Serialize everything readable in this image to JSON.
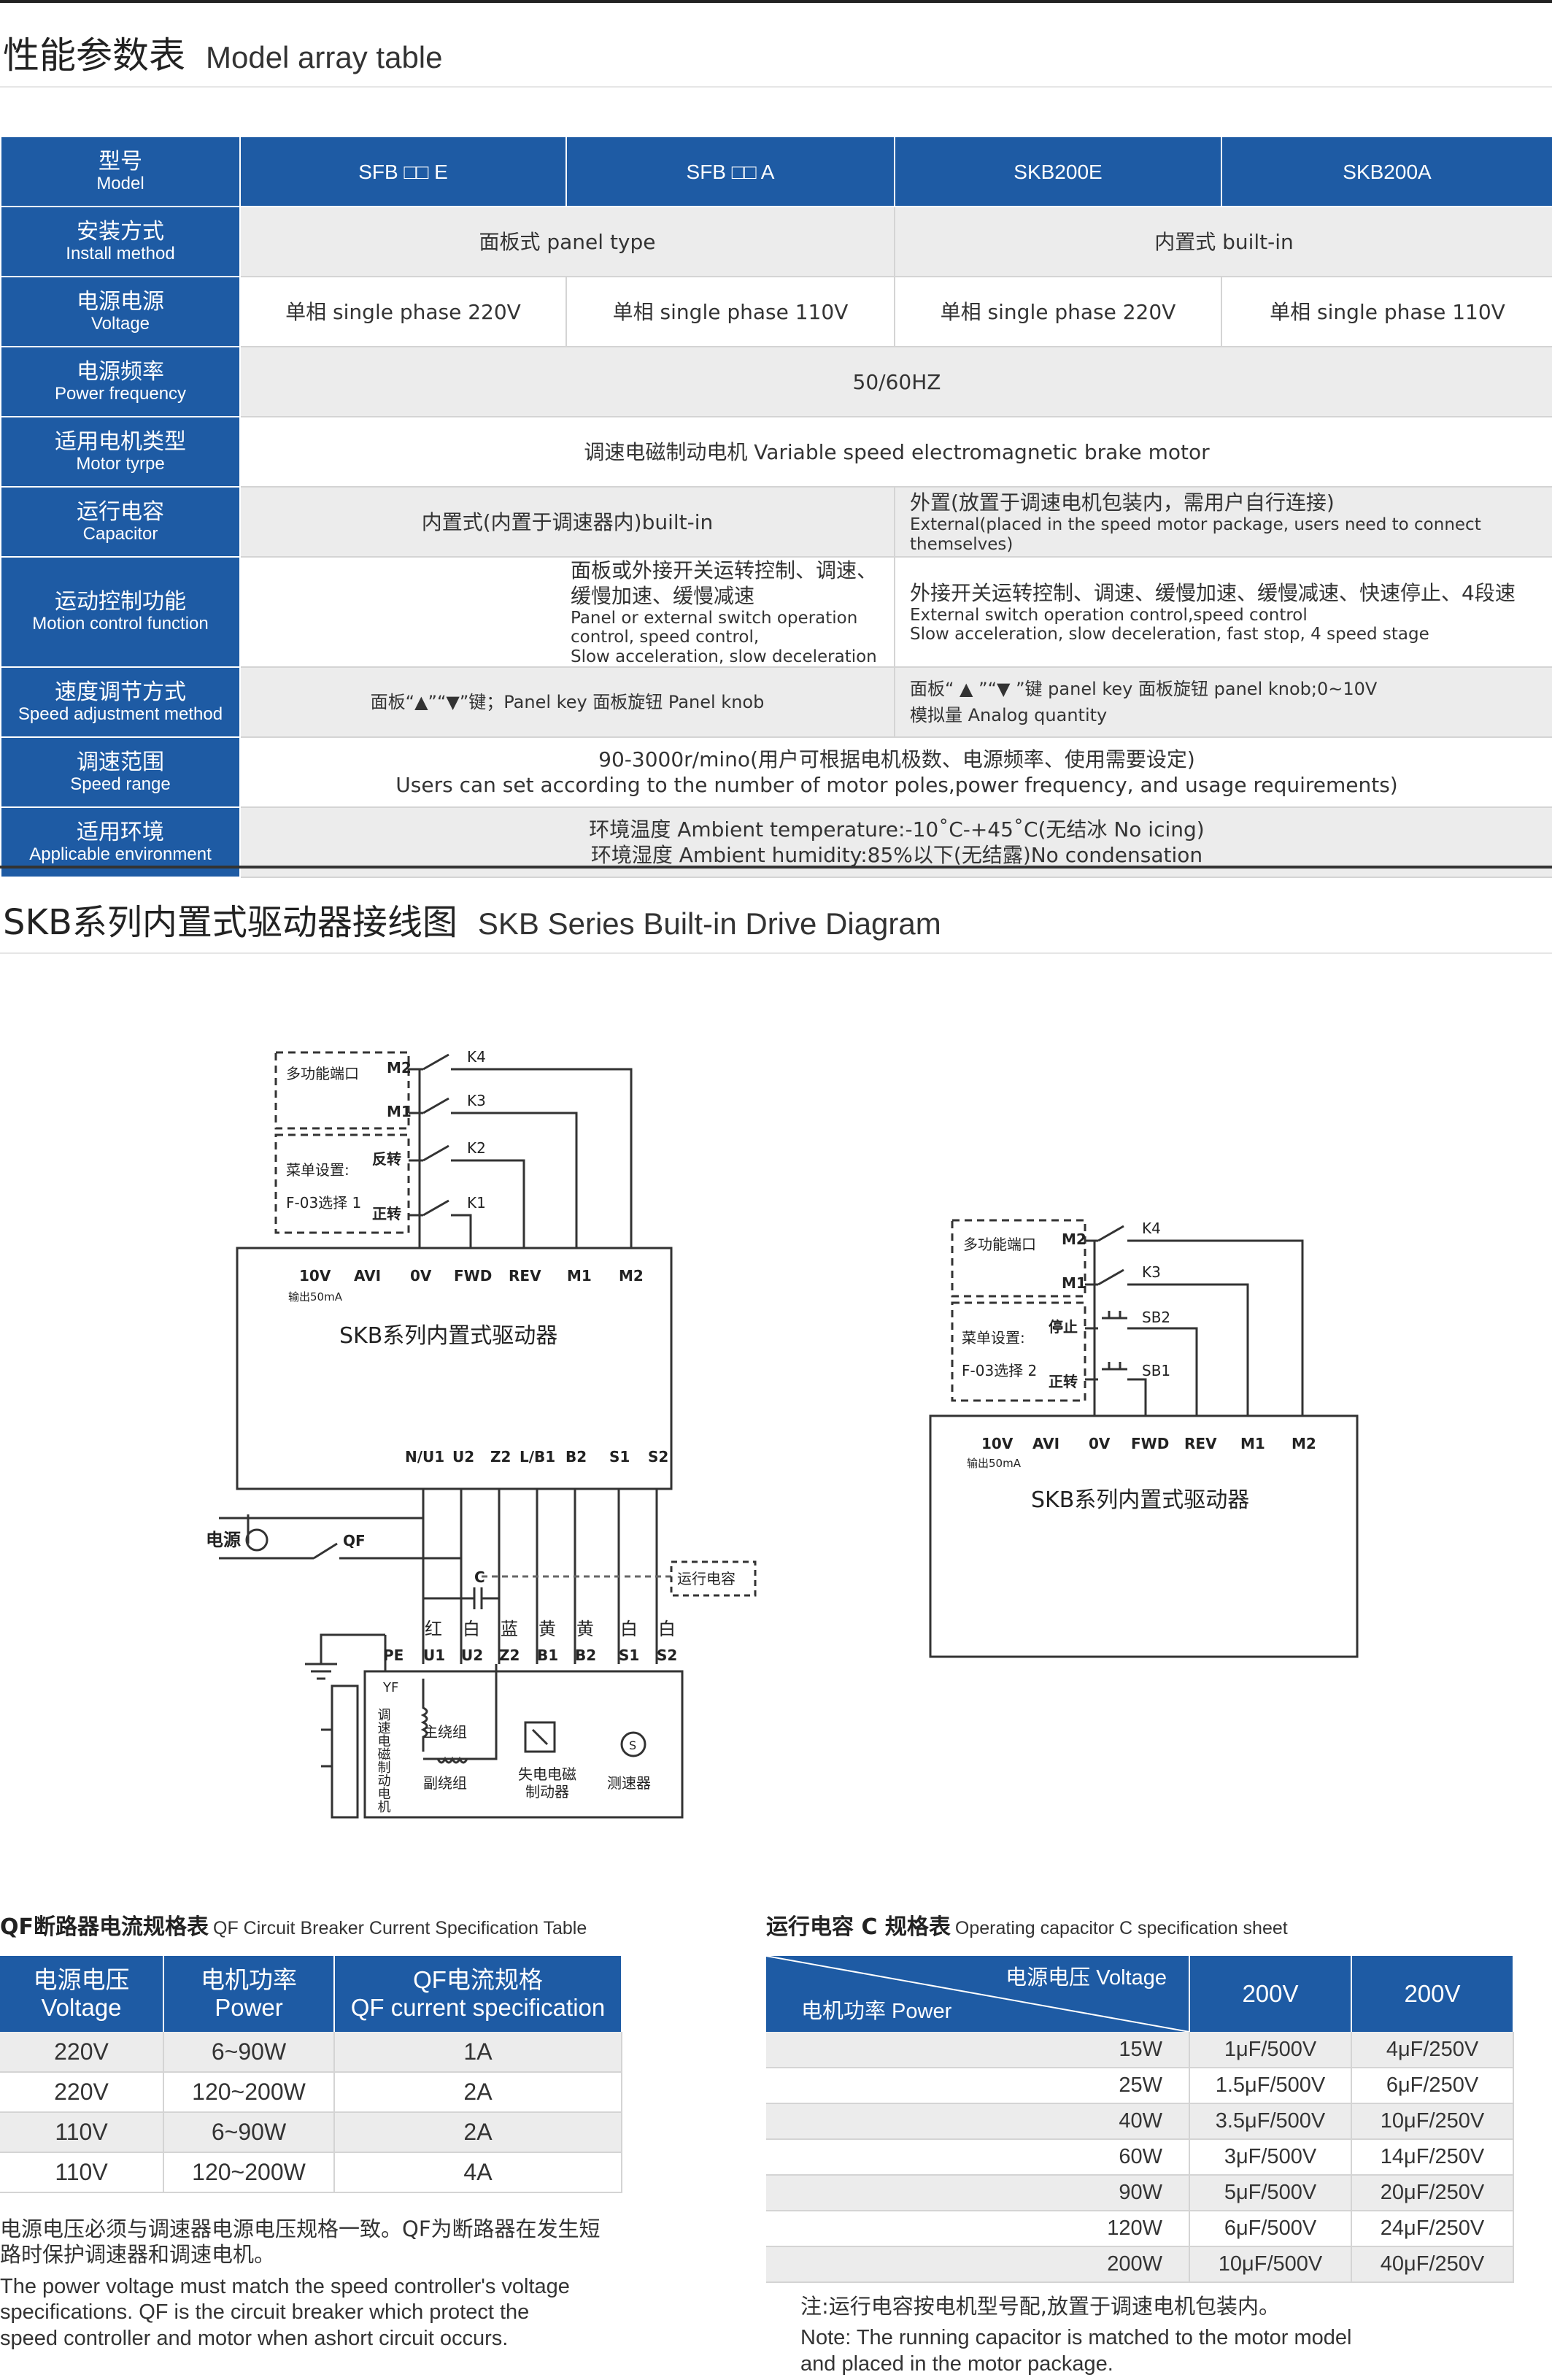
{
  "section1": {
    "title_zh": "性能参数表",
    "title_en": "Model array table"
  },
  "table": {
    "header": {
      "zh": "型号",
      "en": "Model",
      "models": [
        "SFB □□ E",
        "SFB □□ A",
        "SKB200E",
        "SKB200A"
      ]
    },
    "install": {
      "zh": "安装方式",
      "en": "Install method",
      "panel": "面板式 panel type",
      "builtin": "内置式 built-in"
    },
    "voltage": {
      "zh": "电源电源",
      "en": "Voltage",
      "v1": "单相 single phase 220V",
      "v2": "单相 single phase 110V",
      "v3": "单相 single phase 220V",
      "v4": "单相 single phase 110V"
    },
    "frequency": {
      "zh": "电源频率",
      "en": "Power frequency",
      "value": "50/60HZ"
    },
    "motor_type": {
      "zh": "适用电机类型",
      "en": "Motor tyrpe",
      "value": "调速电磁制动电机 Variable speed electromagnetic brake motor"
    },
    "capacitor": {
      "zh": "运行电容",
      "en": "Capacitor",
      "left": "内置式(内置于调速器内)built-in",
      "right_zh": "外置(放置于调速电机包装内，需用户自行连接)",
      "right_en": "External(placed in the speed motor package, users need to connect themselves)"
    },
    "motion": {
      "zh": "运动控制功能",
      "en": "Motion control function",
      "left_zh": "面板或外接开关运转控制、调速、缓慢加速、缓慢减速",
      "left_en1": "Panel or external switch operation control, speed control,",
      "left_en2": "Slow acceleration, slow deceleration",
      "right_zh": "外接开关运转控制、调速、缓慢加速、缓慢减速、快速停止、4段速",
      "right_en1": "External switch operation control,speed control",
      "right_en2": "Slow acceleration, slow deceleration, fast stop, 4 speed stage"
    },
    "speed_adj": {
      "zh": "速度调节方式",
      "en": "Speed adjustment method",
      "left": "面板“▲”“▼”键；Panel key 面板旋钮 Panel knob",
      "right1": "面板“ ▲ ”“▼ ”键 panel key 面板旋钮 panel knob;0~10V",
      "right2": "模拟量 Analog quantity"
    },
    "speed_range": {
      "zh": "调速范围",
      "en": "Speed range",
      "line1": "90-3000r/mino(用户可根据电机极数、电源频率、使用需要设定)",
      "line2": "Users can set according to the number of motor  poles,power frequency, and usage requirements)"
    },
    "environment": {
      "zh": "适用环境",
      "en": "Applicable environment",
      "line1": "环境温度 Ambient temperature:-10˚C-+45˚C(无结冰 No icing)",
      "line2": "环境湿度 Ambient humidity:85%以下(无结露)No condensation"
    }
  },
  "section2": {
    "title_zh": "SKB系列内置式驱动器接线图",
    "title_en": "SKB Series Built-in Drive Diagram"
  },
  "diagram_left": {
    "multi_port": "多功能端口",
    "m2": "M2",
    "m1": "M1",
    "menu": "菜单设置:",
    "f03": "F-03选择 1",
    "rev": "反转",
    "fwd": "正转",
    "k4": "K4",
    "k3": "K3",
    "k2": "K2",
    "k1": "K1",
    "terminals": [
      "10V",
      "AVI",
      "0V",
      "FWD",
      "REV",
      "M1",
      "M2"
    ],
    "out50": "输出50mA",
    "driver": "SKB系列内置式驱动器",
    "bottom_terms": [
      "N/U1",
      "U2",
      "Z2",
      "L/B1",
      "B2",
      "S1",
      "S2"
    ],
    "power": "电源",
    "qf": "QF",
    "c": "C",
    "run_cap": "运行电容",
    "colors": [
      "红",
      "白",
      "蓝",
      "黄",
      "黄",
      "白",
      "白"
    ],
    "motor_terms": [
      "U1",
      "U2",
      "Z2",
      "B1",
      "B2",
      "S1",
      "S2"
    ],
    "pe": "PE",
    "yf": "YF",
    "motor_vertical": "调速电磁制动电机",
    "main_winding": "主绕组",
    "aux_winding": "副绕组",
    "brake1": "失电电磁",
    "brake2": "制动器",
    "tacho": "测速器",
    "s": "S"
  },
  "diagram_right": {
    "multi_port": "多功能端口",
    "m2": "M2",
    "m1": "M1",
    "menu": "菜单设置:",
    "f03": "F-03选择 2",
    "stop": "停止",
    "fwd": "正转",
    "k4": "K4",
    "k3": "K3",
    "sb2": "SB2",
    "sb1": "SB1",
    "terminals": [
      "10V",
      "AVI",
      "0V",
      "FWD",
      "REV",
      "M1",
      "M2"
    ],
    "out50": "输出50mA",
    "driver": "SKB系列内置式驱动器"
  },
  "qf": {
    "title_zh": "QF断路器电流规格表",
    "title_en": "QF Circuit Breaker Current Specification Table",
    "headers": [
      [
        "电源电压",
        "Voltage"
      ],
      [
        "电机功率",
        "Power"
      ],
      [
        "QF电流规格",
        "QF current specification"
      ]
    ],
    "rows": [
      [
        "220V",
        "6~90W",
        "1A"
      ],
      [
        "220V",
        "120~200W",
        "2A"
      ],
      [
        "110V",
        "6~90W",
        "2A"
      ],
      [
        "110V",
        "120~200W",
        "4A"
      ]
    ],
    "note_zh1": "电源电压必须与调速器电源电压规格一致。QF为断路器在发生短",
    "note_zh2": "路时保护调速器和调速电机。",
    "note_en1": "The power voltage must match the speed controller's voltage",
    "note_en2": "specifications. QF is the circuit breaker which protect the",
    "note_en3": "speed controller and motor when ashort circuit occurs."
  },
  "cap": {
    "title_zh": "运行电容 C 规格表",
    "title_en": "Operating capacitor C specification sheet",
    "diag_top": "电源电压 Voltage",
    "diag_bottom": "电机功率 Power",
    "cols": [
      "200V",
      "200V"
    ],
    "rows": [
      [
        "15W",
        "1μF/500V",
        "4μF/250V"
      ],
      [
        "25W",
        "1.5μF/500V",
        "6μF/250V"
      ],
      [
        "40W",
        "3.5μF/500V",
        "10μF/250V"
      ],
      [
        "60W",
        "3μF/500V",
        "14μF/250V"
      ],
      [
        "90W",
        "5μF/500V",
        "20μF/250V"
      ],
      [
        "120W",
        "6μF/500V",
        "24μF/250V"
      ],
      [
        "200W",
        "10μF/500V",
        "40μF/250V"
      ]
    ],
    "note_zh": "注:运行电容按电机型号配,放置于调速电机包装内。",
    "note_en1": "Note: The running capacitor is matched to the motor model",
    "note_en2": "and placed in the motor package."
  }
}
